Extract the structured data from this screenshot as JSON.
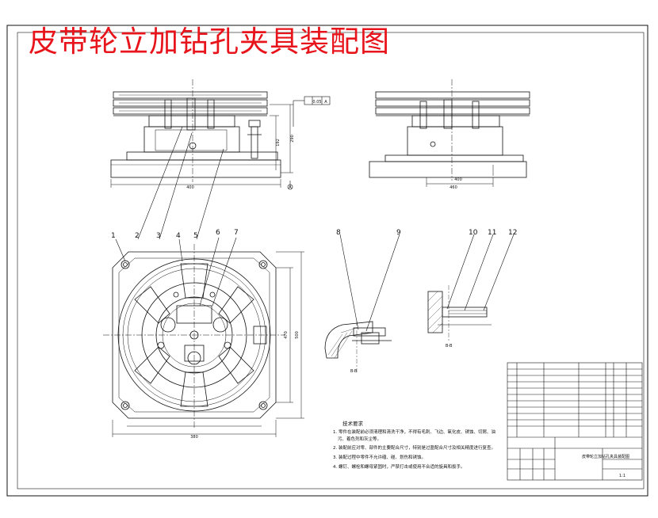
{
  "title": "皮带轮立加钻孔夹具装配图",
  "colors": {
    "title": "#e8141b",
    "line": "#111111",
    "centerline": "#222222",
    "hatch": "#333333"
  },
  "part_numbers": [
    "1",
    "2",
    "3",
    "4",
    "5",
    "6",
    "7",
    "8",
    "9",
    "10",
    "11",
    "12"
  ],
  "tolerance_frame": "0.05",
  "tolerance_datum": "A",
  "datum_symbol": "A",
  "dimensions": {
    "front_width": "400",
    "front_height_1": "192",
    "front_height_2": "290",
    "side_width": "460",
    "side_dim": "400",
    "plan_width": "380",
    "plan_height_1": "470",
    "plan_height_2": "500"
  },
  "view_labels": {
    "detail_left": "B-B",
    "detail_right": "B-B"
  },
  "tech_notes": {
    "heading": "技术要求",
    "lines": [
      "1. 零件在装配前必须清理和清洗干净，不得有毛刺、飞边、氧化皮、锈蚀、切屑、油",
      "污、着色剂和灰尘等。",
      "2. 装配前应对零、部件的主要配合尺寸，特别是过盈配合尺寸及相关精度进行复查。",
      "3. 装配过程中零件不允许磕、碰、划伤和锈蚀。",
      "4. 螺钉、螺栓和螺母紧固时，严禁打击或使用不合适的旋具和扳手。"
    ]
  },
  "title_block": {
    "drawing_name": "皮带轮立加钻孔夹具装配图",
    "scale": "1:1"
  }
}
